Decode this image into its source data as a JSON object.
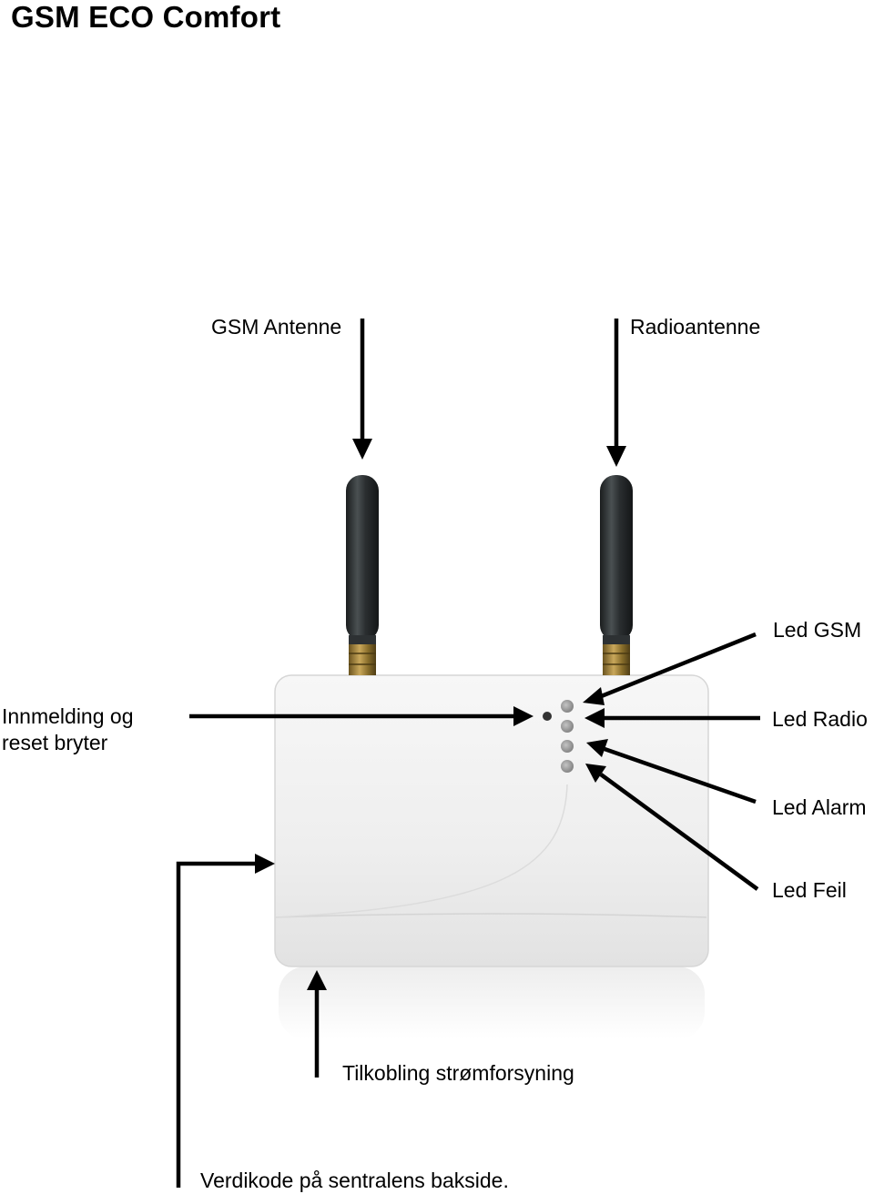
{
  "title": "GSM ECO Comfort",
  "labels": {
    "gsm_antenna": "GSM Antenne",
    "radio_antenna": "Radioantenne",
    "led_gsm": "Led GSM",
    "enroll_reset_line1": "Innmelding og",
    "enroll_reset_line2": "reset bryter",
    "led_radio": "Led Radio",
    "led_alarm": "Led Alarm",
    "led_fault": "Led Feil",
    "power_connection": "Tilkobling strømforsyning",
    "value_code": "Verdikode på sentralens bakside."
  }
}
